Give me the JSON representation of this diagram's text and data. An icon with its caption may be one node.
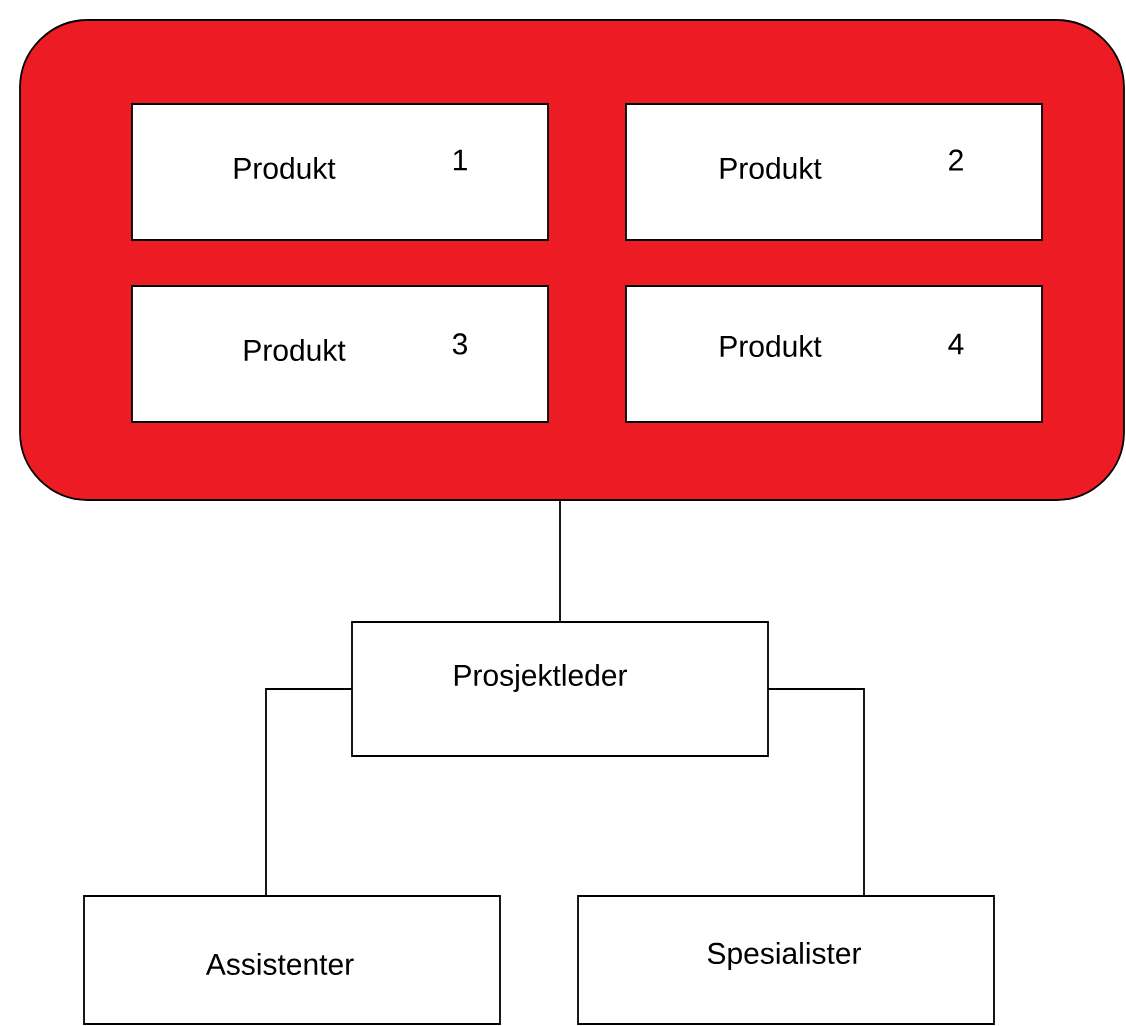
{
  "diagram": {
    "nodes": [
      {
        "text": [],
        "shape": "box"
      },
      {
        "text": [
          "Produkt",
          "1"
        ],
        "in": 0
      },
      {
        "text": [
          "Produkt",
          "2"
        ],
        "in": 0
      },
      {
        "text": [
          "Produkt",
          "3"
        ],
        "in": 0
      },
      {
        "text": [
          "Produkt",
          "4"
        ],
        "in": 0
      },
      {
        "text": [
          "Prosjektleder"
        ]
      },
      {
        "text": [
          "Assistenter"
        ]
      },
      {
        "text": [
          "Spesialister"
        ]
      }
    ],
    "edges": [
      {
        "from": 0,
        "to": 5,
        "arrow": "none"
      },
      {
        "from": 5,
        "to": 6,
        "arrow": "none"
      },
      {
        "from": 5,
        "to": 7,
        "arrow": "none"
      }
    ]
  }
}
